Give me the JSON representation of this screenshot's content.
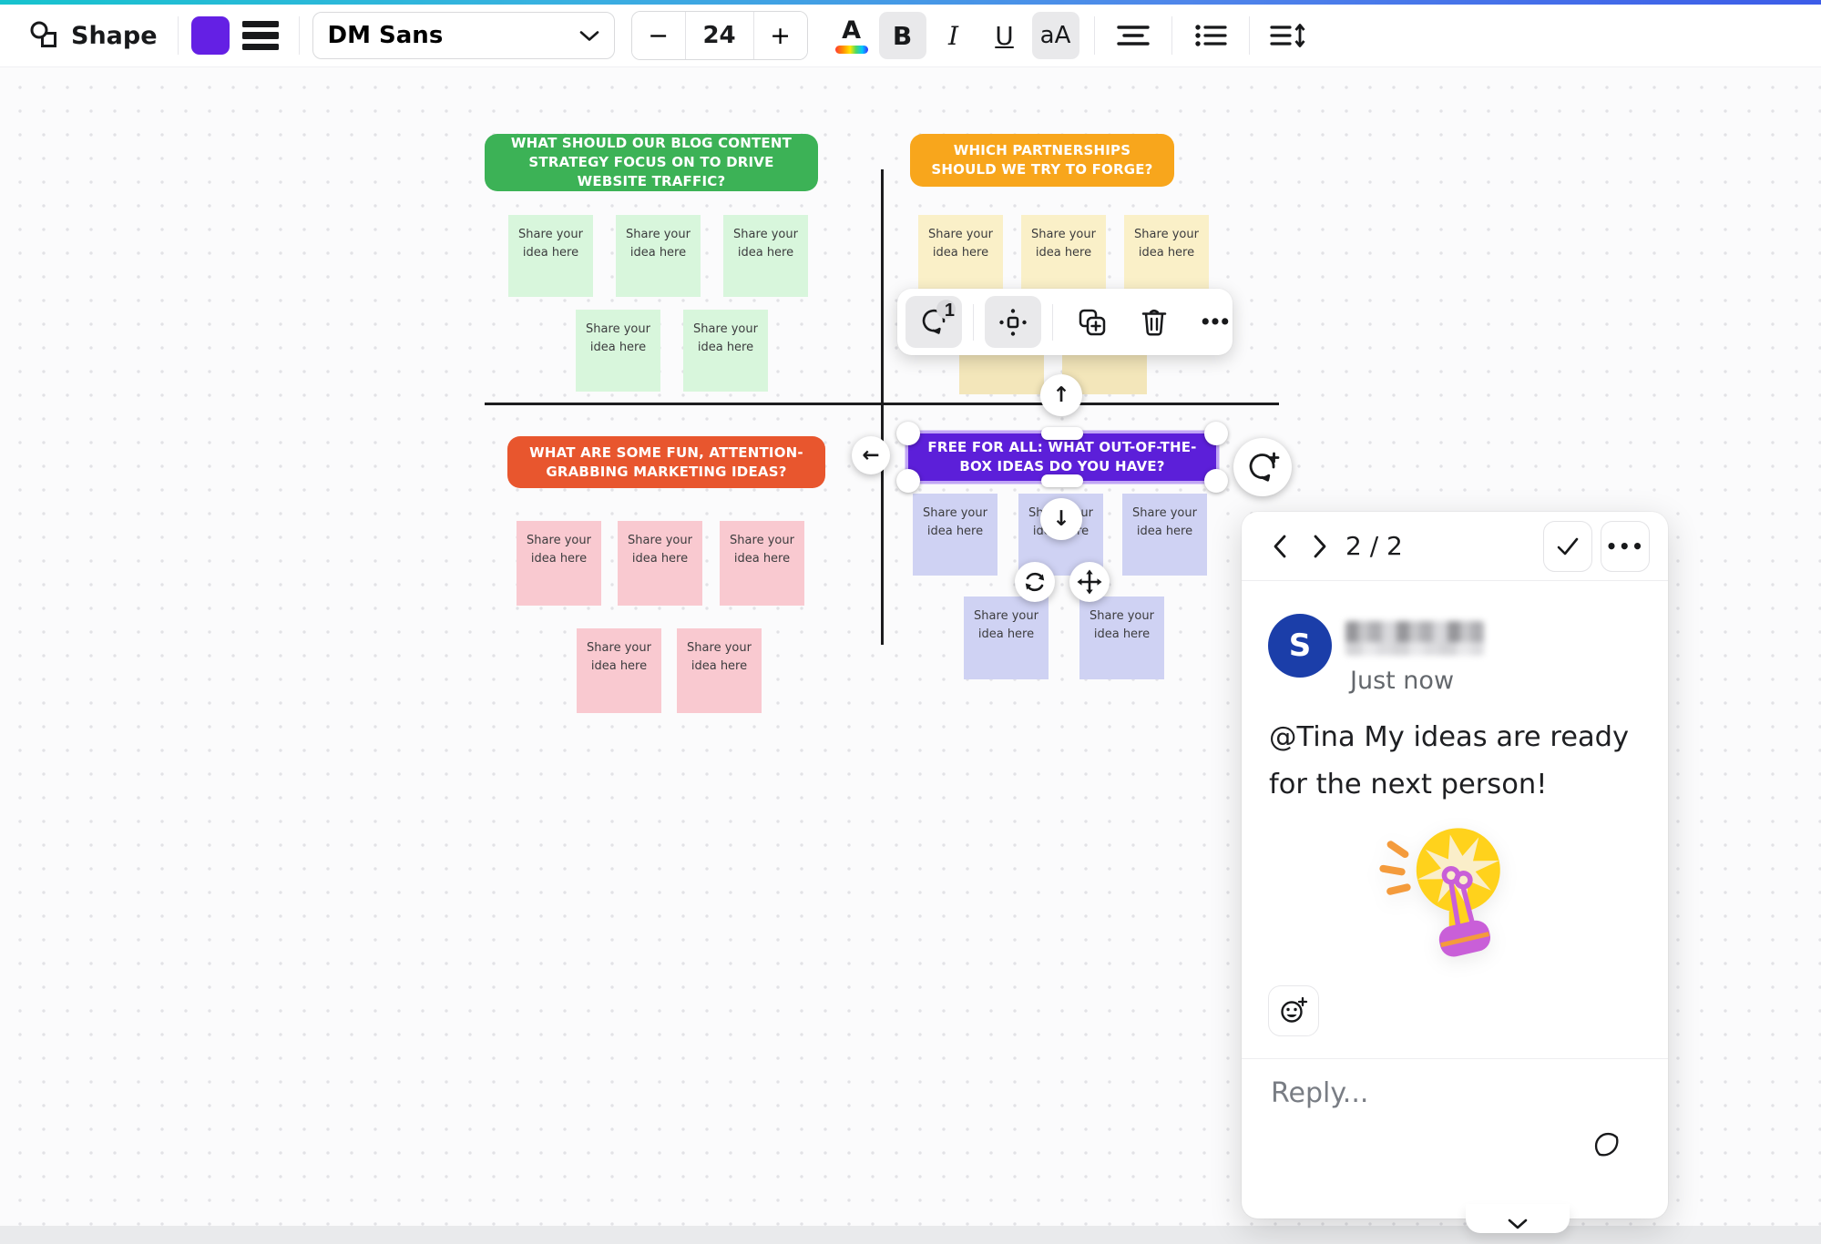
{
  "toolbar": {
    "shape_label": "Shape",
    "fill_color_hex": "#6420e4",
    "font_name": "DM Sans",
    "font_size_value": "24",
    "decrease": "−",
    "increase": "+",
    "text_color": "A",
    "bold": "B",
    "italic": "I",
    "underline": "U",
    "text_case": "aA"
  },
  "selection_toolbar": {
    "comment_badge": "1",
    "more": "•••"
  },
  "canvas": {
    "note_text": "Share your idea here",
    "quadrants": [
      {
        "title": "WHAT SHOULD OUR BLOG CONTENT STRATEGY FOCUS ON TO DRIVE WEBSITE TRAFFIC?",
        "color": "#3cb256",
        "note_color": "#d8f6dc"
      },
      {
        "title": "WHICH PARTNERSHIPS SHOULD WE TRY TO FORGE?",
        "color": "#f8a61c",
        "note_color": "#faf0c8"
      },
      {
        "title": "WHAT ARE SOME FUN, ATTENTION-GRABBING MARKETING IDEAS?",
        "color": "#e8562e",
        "note_color": "#f9c9d0"
      },
      {
        "title": "FREE FOR ALL: WHAT OUT-OF-THE-BOX IDEAS DO YOU HAVE?",
        "color": "#5c1fd9",
        "note_color": "#cfd2f3"
      }
    ]
  },
  "comment_panel": {
    "pagination": "2 / 2",
    "author_initial": "S",
    "timestamp": "Just now",
    "message": "@Tina My ideas are ready for the next person!",
    "more": "•••",
    "reply_placeholder": "Reply..."
  },
  "icons": {
    "left_arrow": "←",
    "up_arrow": "↑",
    "down_arrow": "↓"
  }
}
